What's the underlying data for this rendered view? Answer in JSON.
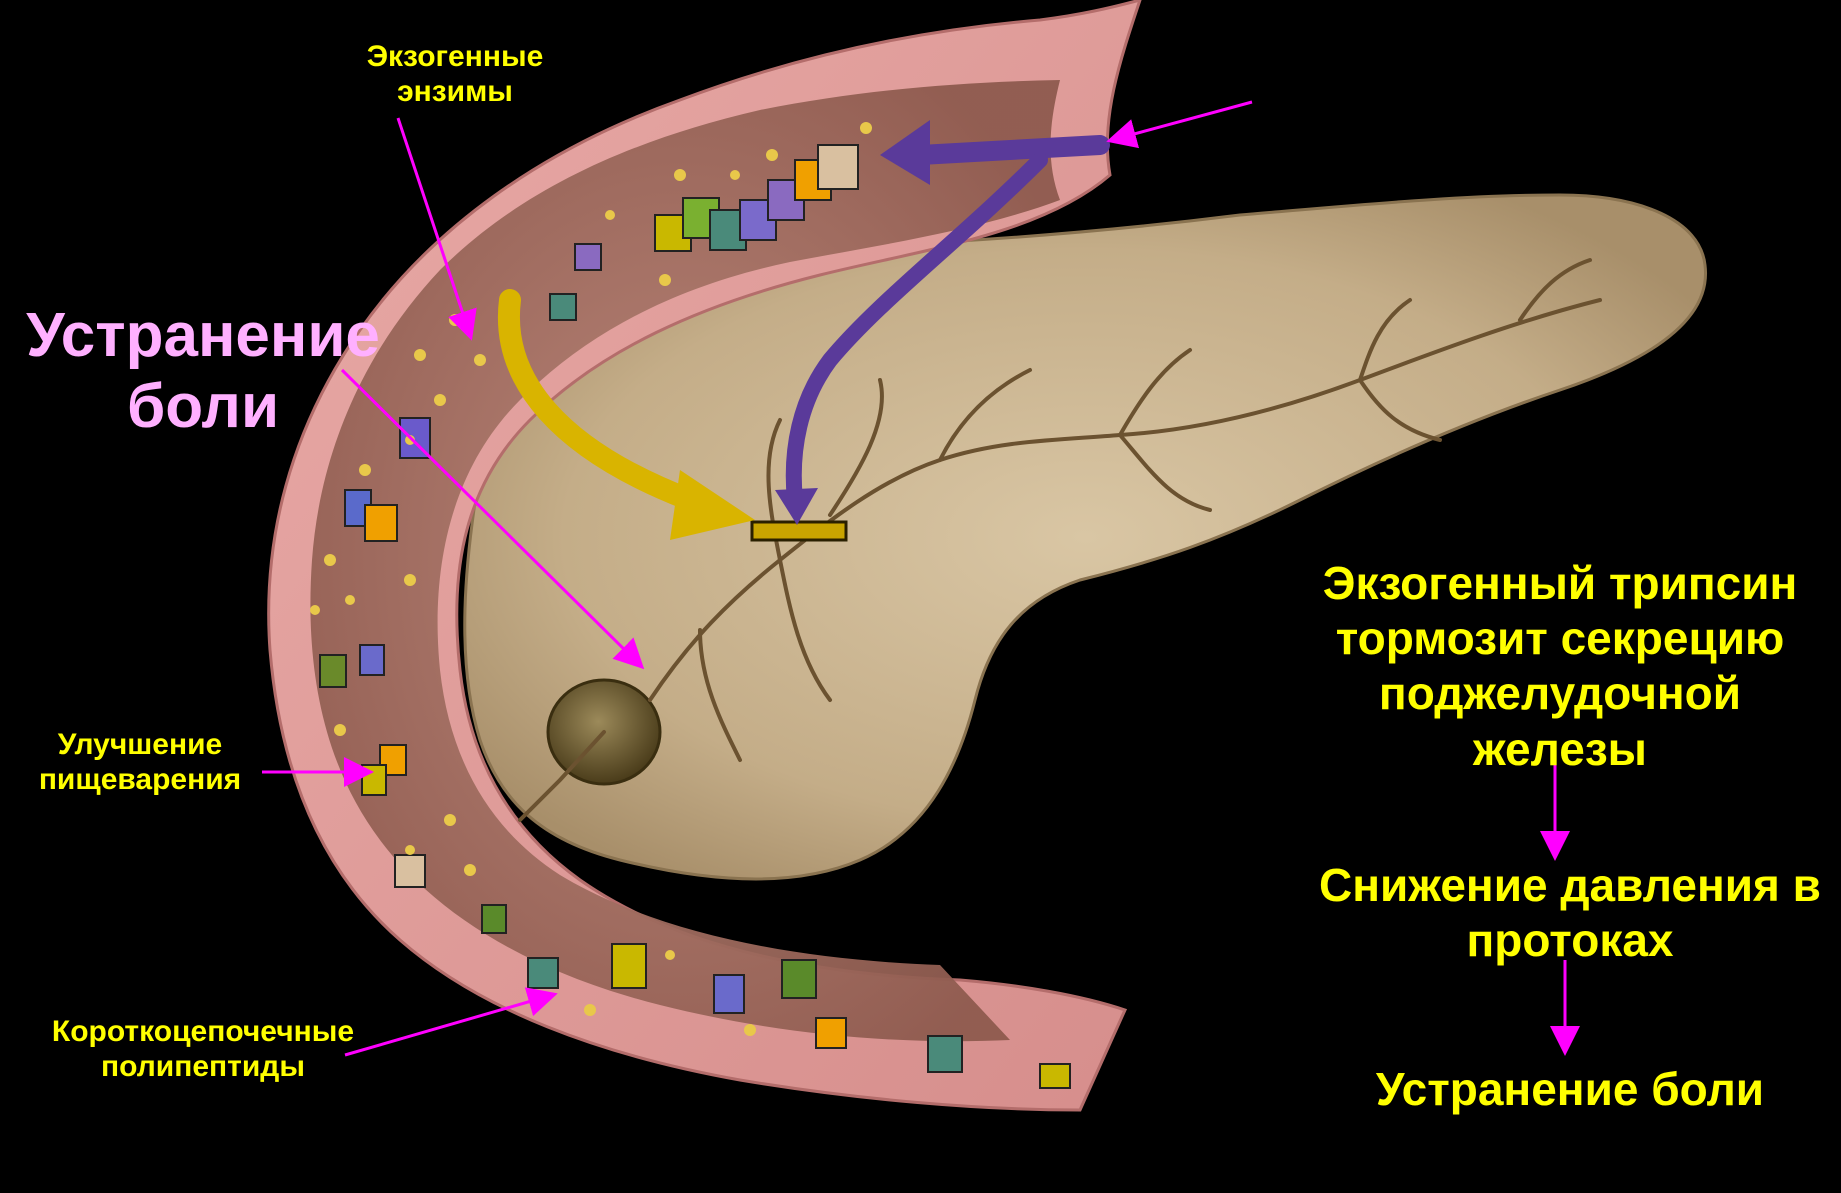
{
  "colors": {
    "background": "#000000",
    "label_text": "#ffff00",
    "heading_text": "#ffb0ff",
    "pointer_arrows": "#ff00ff",
    "exogenous_flow_arrow": "#d9b400",
    "secretion_arrow": "#5a3a9a"
  },
  "labels": {
    "exogenous_enzymes": "Экзогенные энзимы",
    "pain_relief_heading": "Устранение боли",
    "digestion_improvement": "Улучшение пищеварения",
    "short_chain_polypeptides": "Короткоцепочечные полипептиды"
  },
  "flow": {
    "step1": "Экзогенный трипсин тормозит секрецию поджелудочной железы",
    "step2": "Снижение давления в протоках",
    "step3": "Устранение боли"
  }
}
